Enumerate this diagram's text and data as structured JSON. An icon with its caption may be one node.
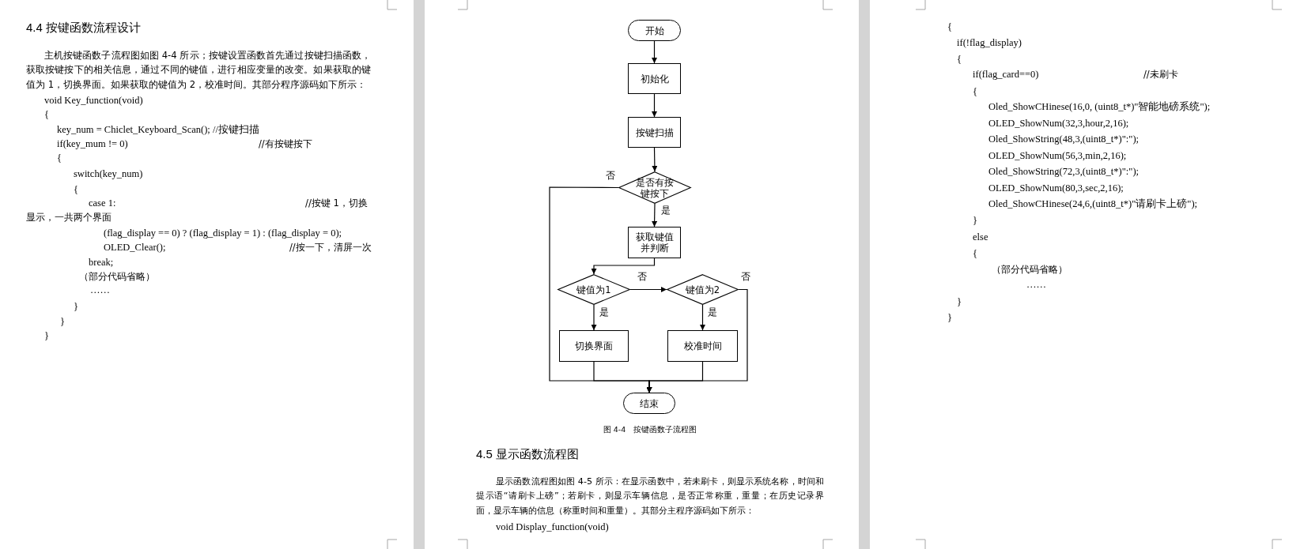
{
  "diagram": {
    "caption": "图 4-4　按键函数子流程图",
    "nodes": [
      {
        "text": [
          "开始"
        ]
      },
      {
        "text": [
          "初始化"
        ]
      },
      {
        "text": [
          "按键扫描"
        ]
      },
      {
        "text": [
          "是否有按键按下"
        ]
      },
      {
        "text": [
          "获取键值并判断"
        ]
      },
      {
        "text": [
          "键值为1"
        ]
      },
      {
        "text": [
          "键值为2"
        ]
      },
      {
        "text": [
          "切换界面"
        ]
      },
      {
        "text": [
          "校准时间"
        ]
      },
      {
        "text": [
          "结束"
        ]
      }
    ],
    "edges": [
      {
        "from": 0,
        "to": 1,
        "arrow": "to"
      },
      {
        "from": 1,
        "to": 2,
        "arrow": "to"
      },
      {
        "from": 2,
        "to": 3,
        "arrow": "to"
      },
      {
        "from": 3,
        "to": 4,
        "arrow": "to",
        "label": "是"
      },
      {
        "from": 3,
        "to": 9,
        "arrow": "to",
        "label": "否"
      },
      {
        "from": 4,
        "to": 5,
        "arrow": "to"
      },
      {
        "from": 5,
        "to": 6,
        "arrow": "to",
        "label": "否"
      },
      {
        "from": 5,
        "to": 7,
        "arrow": "to",
        "label": "是"
      },
      {
        "from": 6,
        "to": 8,
        "arrow": "to",
        "label": "是"
      },
      {
        "from": 6,
        "to": 9,
        "arrow": "to",
        "label": "否"
      },
      {
        "from": 7,
        "to": 9,
        "arrow": "to"
      },
      {
        "from": 8,
        "to": 9,
        "arrow": "to"
      }
    ],
    "labels": [
      "4.4 按键函数流程设计",
      "主机按键函数子流程图如图 4-4 所示；按键设置函数首先通过按键扫描函数，获取按键按下的相关信息，通过不同的键值，进行相应变量的改变。如果获取的键值为 1，切换界面。如果获取的键值为 2，校准时间。其部分程序源码如下所示：",
      "void Key_function(void)",
      "{",
      "key_num = Chiclet_Keyboard_Scan(); //按键扫描",
      "if(key_mum != 0)",
      "//有按键按下",
      "{",
      "switch(key_num)",
      "{",
      "case 1:",
      "//按键 1，切换显示，一共两个界面",
      "(flag_display == 0) ? (flag_display = 1) : (flag_display = 0);",
      "OLED_Clear();",
      "//按一下，清屏一次",
      "break;",
      "（部分代码省略）",
      "……",
      "}",
      "}",
      "}",
      "4.5 显示函数流程图",
      "显示函数流程图如图 4-5 所示：在显示函数中，若未刷卡，则显示系统名称，时间和提示语“请刷卡上磅”；若刷卡，则显示车辆信息，是否正常称重，重量；在历史记录界面，显示车辆的信息（称重时间和重量）。其部分主程序源码如下所示：",
      "void Display_function(void)",
      "{",
      "if(!flag_display)",
      "{",
      "if(flag_card==0)",
      "//未刷卡",
      "{",
      "Oled_ShowCHinese(16,0, (uint8_t*)\"智能地磅系统\");",
      "OLED_ShowNum(32,3,hour,2,16);",
      "Oled_ShowString(48,3,(uint8_t*)\":\");",
      "OLED_ShowNum(56,3,min,2,16);",
      "Oled_ShowString(72,3,(uint8_t*)\":\");",
      "OLED_ShowNum(80,3,sec,2,16);",
      "Oled_ShowCHinese(24,6,(uint8_t*)\"请刷卡上磅\");",
      "}",
      "else",
      "{",
      "（部分代码省略）",
      "……",
      "}",
      "}"
    ]
  }
}
